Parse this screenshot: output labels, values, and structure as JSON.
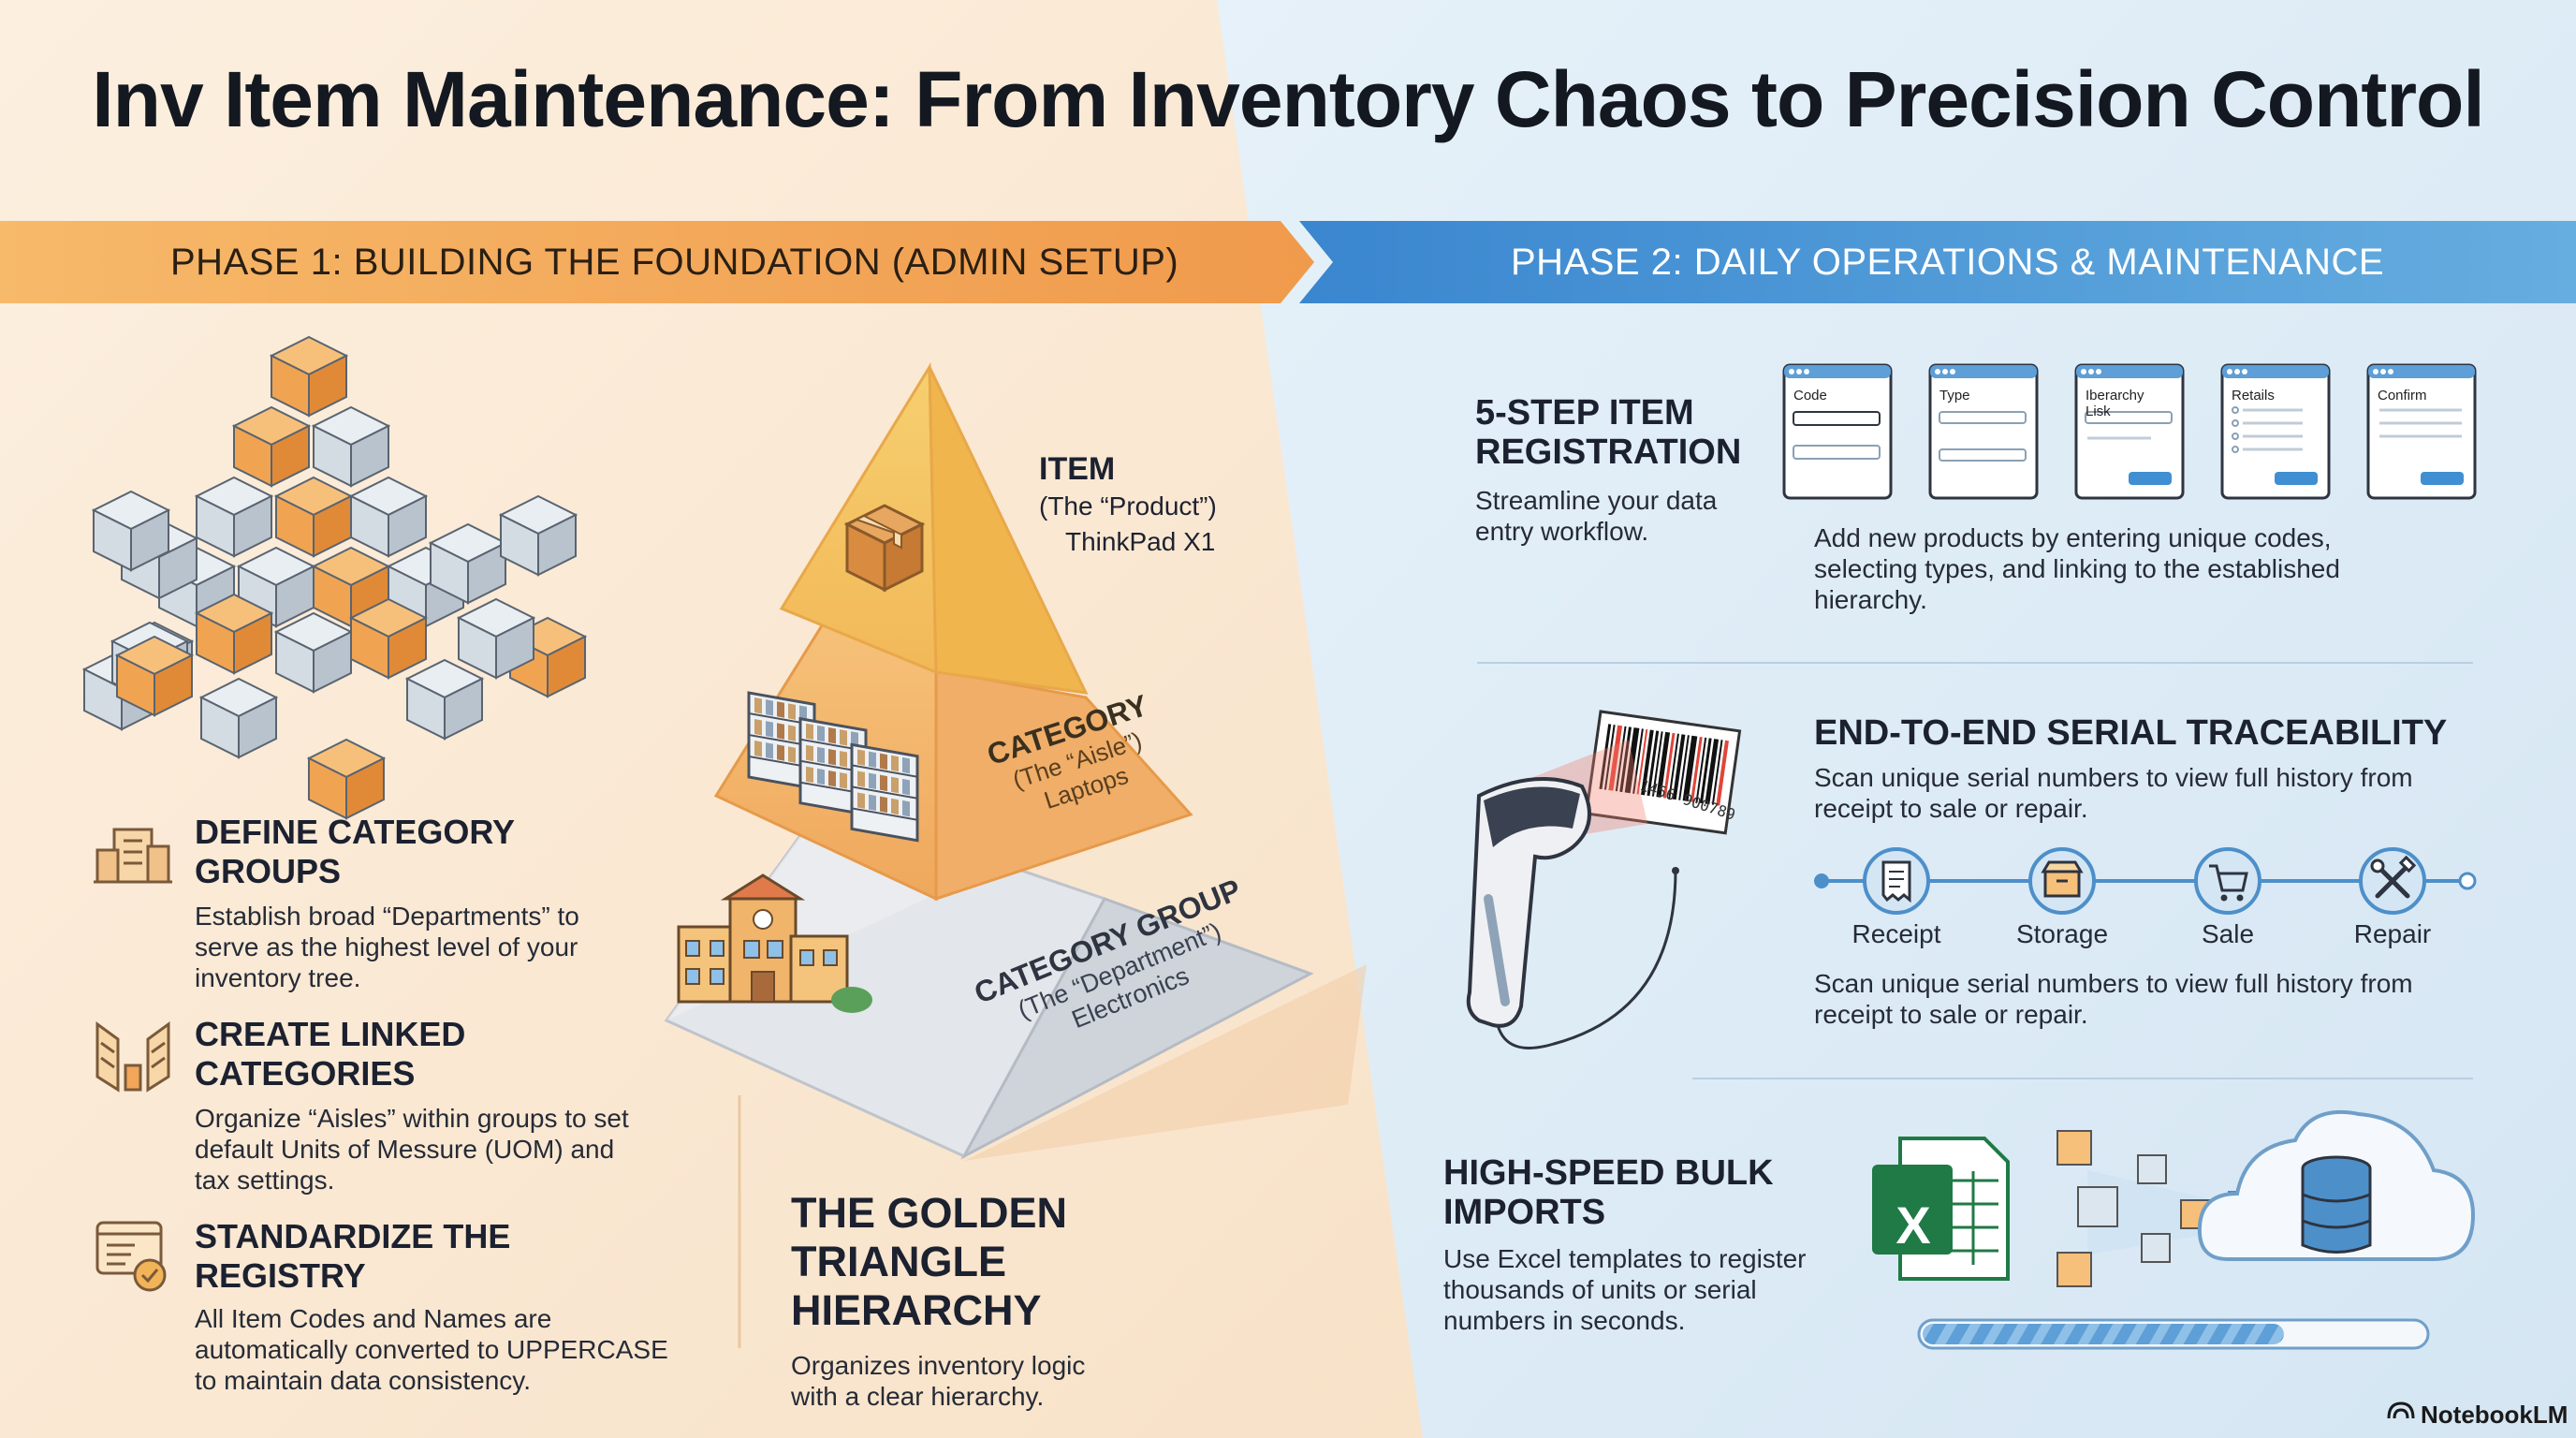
{
  "title": "Inv Item Maintenance: From Inventory Chaos to Precision Control",
  "colors": {
    "left_bg": "#fbe9d6",
    "right_bg": "#dcebf6",
    "phase1_banner": "#f2a65a",
    "phase2_banner": "#3f8fd2",
    "pyramid_top": "#f4c05e",
    "pyramid_mid": "#f0b86e",
    "pyramid_base": "#d9dde3"
  },
  "phase1": {
    "label": "PHASE 1: BUILDING THE FOUNDATION (ADMIN SETUP)",
    "steps": [
      {
        "icon": "building-icon",
        "title": "DEFINE CATEGORY GROUPS",
        "text": "Establish broad “Departments” to serve as the highest level of your inventory tree."
      },
      {
        "icon": "bookshelf-icon",
        "title": "CREATE LINKED CATEGORIES",
        "text": "Organize “Aisles” within groups to set default Units of Messure (UOM) and tax settings."
      },
      {
        "icon": "checklist-icon",
        "title": "STANDARDIZE THE REGISTRY",
        "text": "All Item Codes and Names are automatically converted to UPPERCASE to maintain data consistency."
      }
    ]
  },
  "pyramid": {
    "item": {
      "title": "ITEM",
      "sub": "(The “Product”)",
      "example": "ThinkPad X1"
    },
    "category": {
      "title": "CATEGORY",
      "sub": "(The “Aisle”)",
      "example": "Laptops"
    },
    "group": {
      "title": "CATEGORY GROUP",
      "sub": "(The “Department”)",
      "example": "Electronics"
    },
    "caption_title_1": "THE GOLDEN TRIANGLE",
    "caption_title_2": "HIERARCHY",
    "caption_text": "Organizes inventory logic with a clear hierarchy."
  },
  "phase2": {
    "label": "PHASE 2: DAILY OPERATIONS & MAINTENANCE",
    "registration": {
      "title_1": "5-STEP ITEM",
      "title_2": "REGISTRATION",
      "sub": "Streamline your data entry workflow.",
      "cards": [
        "Code",
        "Type",
        "Iberarchy Lisk",
        "Retails",
        "Confirm"
      ],
      "text": "Add new products by entering unique codes, selecting types, and linking to the established hierarchy."
    },
    "serial": {
      "title": "END-TO-END SERIAL TRACEABILITY",
      "text_top": "Scan unique serial numbers to view full history from receipt to sale or repair.",
      "barcode_number": "1456 900789",
      "timeline": [
        {
          "icon": "receipt-icon",
          "label": "Receipt"
        },
        {
          "icon": "box-icon",
          "label": "Storage"
        },
        {
          "icon": "cart-icon",
          "label": "Sale"
        },
        {
          "icon": "tools-icon",
          "label": "Repair"
        }
      ],
      "text_bottom": "Scan unique serial numbers to view full history from receipt to sale or repair."
    },
    "bulk": {
      "title_1": "HIGH-SPEED BULK",
      "title_2": "IMPORTS",
      "text": "Use Excel templates to register thousands of units or serial numbers in seconds.",
      "excel_letter": "X",
      "progress": 0.72
    }
  },
  "brand": "NotebookLM"
}
